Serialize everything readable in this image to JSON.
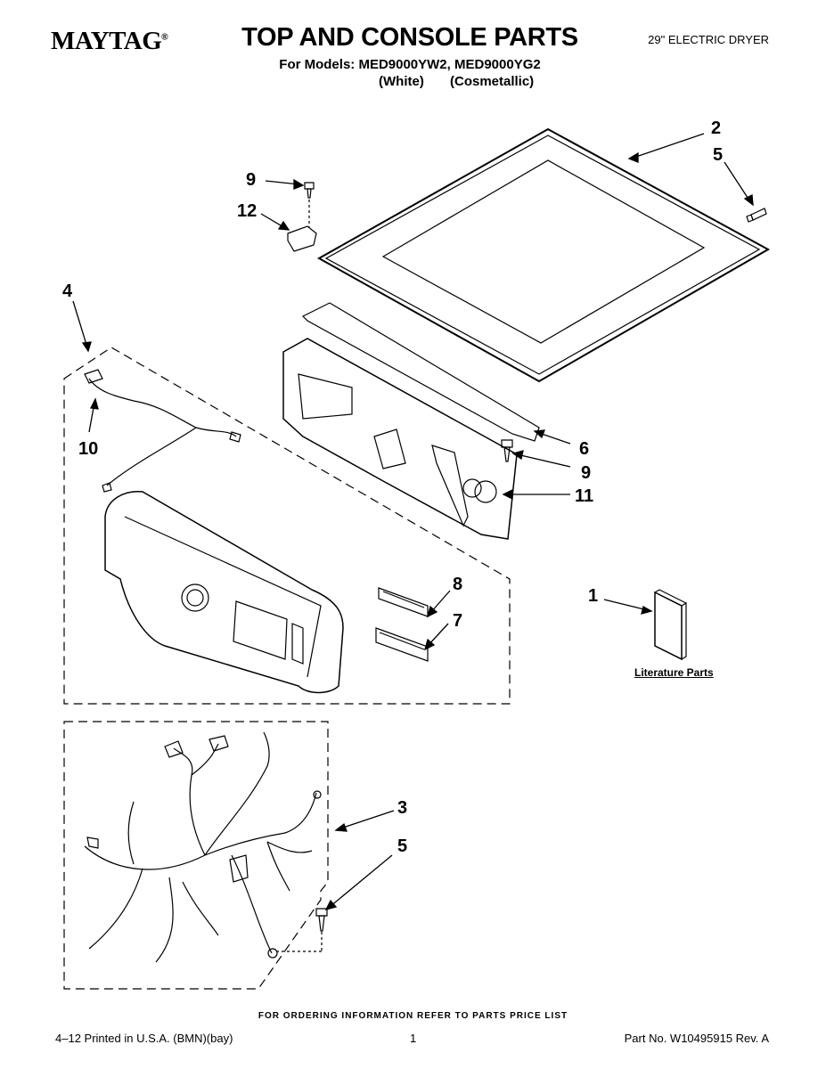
{
  "header": {
    "brand": "MAYTAG",
    "brand_mark": "®",
    "title": "TOP AND CONSOLE PARTS",
    "models": "For Models: MED9000YW2, MED9000YG2",
    "variants": "(White)       (Cosmetallic)",
    "product": "29\" ELECTRIC DRYER"
  },
  "callouts": {
    "c2": "2",
    "c5a": "5",
    "c9a": "9",
    "c12": "12",
    "c4": "4",
    "c10": "10",
    "c6": "6",
    "c9b": "9",
    "c11": "11",
    "c8": "8",
    "c7": "7",
    "c1": "1",
    "c3": "3",
    "c5b": "5"
  },
  "literature_label": "Literature Parts",
  "footer": {
    "ordering": "FOR ORDERING INFORMATION REFER TO PARTS PRICE LIST",
    "printed": "4–12 Printed in U.S.A. (BMN)(bay)",
    "page": "1",
    "part_no": "Part No. W10495915 Rev. A"
  }
}
